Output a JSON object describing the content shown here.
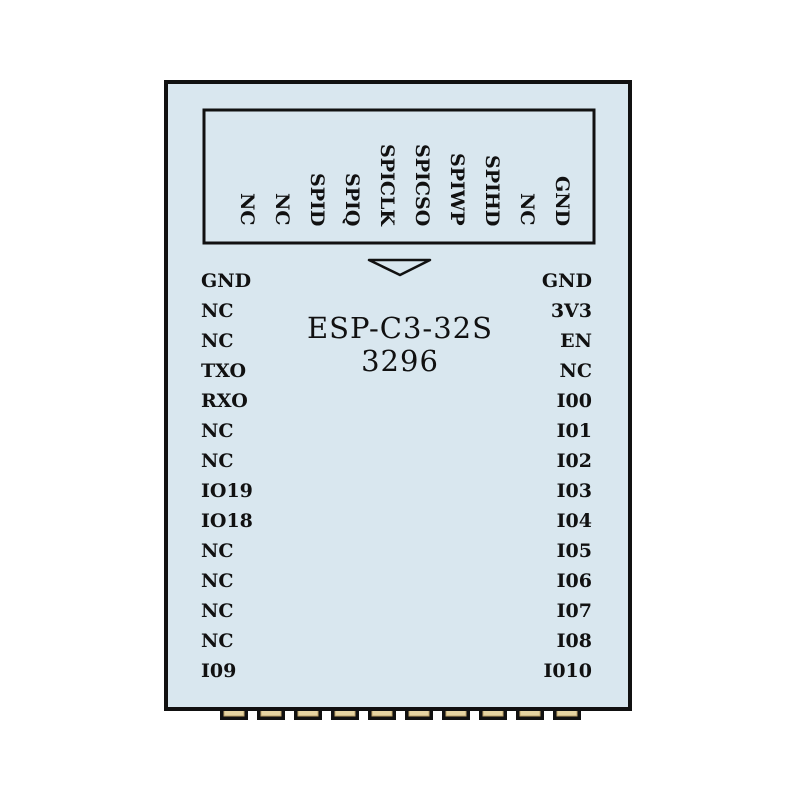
{
  "module": {
    "model": "ESP-C3-32S",
    "code": "3296"
  },
  "colors": {
    "board_fill": "#d9e7ef",
    "outline": "#111111",
    "pad_fill": "#e6d4a2",
    "pad_edge": "#bfa36a"
  },
  "pins": {
    "left": [
      "GND",
      "NC",
      "NC",
      "TXO",
      "RXO",
      "NC",
      "NC",
      "IO19",
      "IO18",
      "NC",
      "NC",
      "NC",
      "NC",
      "I09"
    ],
    "right": [
      "GND",
      "3V3",
      "EN",
      "NC",
      "I00",
      "I01",
      "I02",
      "I03",
      "I04",
      "I05",
      "I06",
      "I07",
      "I08",
      "I010"
    ],
    "top": [
      "NC",
      "NC",
      "SPID",
      "SPIQ",
      "SPICLK",
      "SPICSO",
      "SPIWP",
      "SPIHD",
      "NC",
      "GND"
    ]
  },
  "bottom_pad_count": 10,
  "orientation_marker": "triangle-down-icon"
}
